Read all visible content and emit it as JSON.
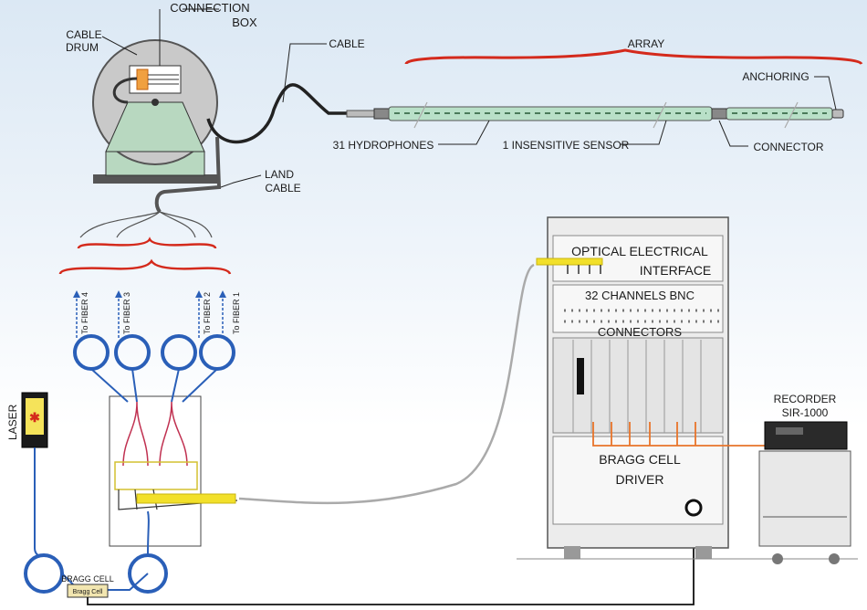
{
  "labels": {
    "connection_box": "CONNECTION",
    "connection_box_2": "BOX",
    "cable_drum": "CABLE",
    "cable_drum_2": "DRUM",
    "cable": "CABLE",
    "array": "ARRAY",
    "anchoring": "ANCHORING",
    "hydrophones": "31 HYDROPHONES",
    "insensitive_sensor": "1 INSENSITIVE SENSOR",
    "connector": "CONNECTOR",
    "land_cable": "LAND",
    "land_cable_2": "CABLE",
    "fiber4": "To FIBER 4",
    "fiber3": "To FIBER 3",
    "fiber2": "To FIBER 2",
    "fiber1": "To FIBER 1",
    "laser": "LASER",
    "bragg_cell": "BRAGG CELL",
    "bragg_box": "Bragg Cell",
    "oei_1": "OPTICAL ELECTRICAL",
    "oei_2": "INTERFACE",
    "bnc_1": "32 CHANNELS BNC",
    "bnc_2": "CONNECTORS",
    "driver_1": "BRAGG CELL",
    "driver_2": "DRIVER",
    "recorder_1": "RECORDER",
    "recorder_2": "SIR-1000"
  },
  "colors": {
    "brace": "#d42a1c",
    "fiber": "#2a5fb8",
    "yellow_cable": "#f2e02a",
    "orange_wire": "#e8742a",
    "array_tube": "#b9e0c8",
    "drum_fill": "#b8d8c0",
    "rack_fill": "#ececec"
  }
}
